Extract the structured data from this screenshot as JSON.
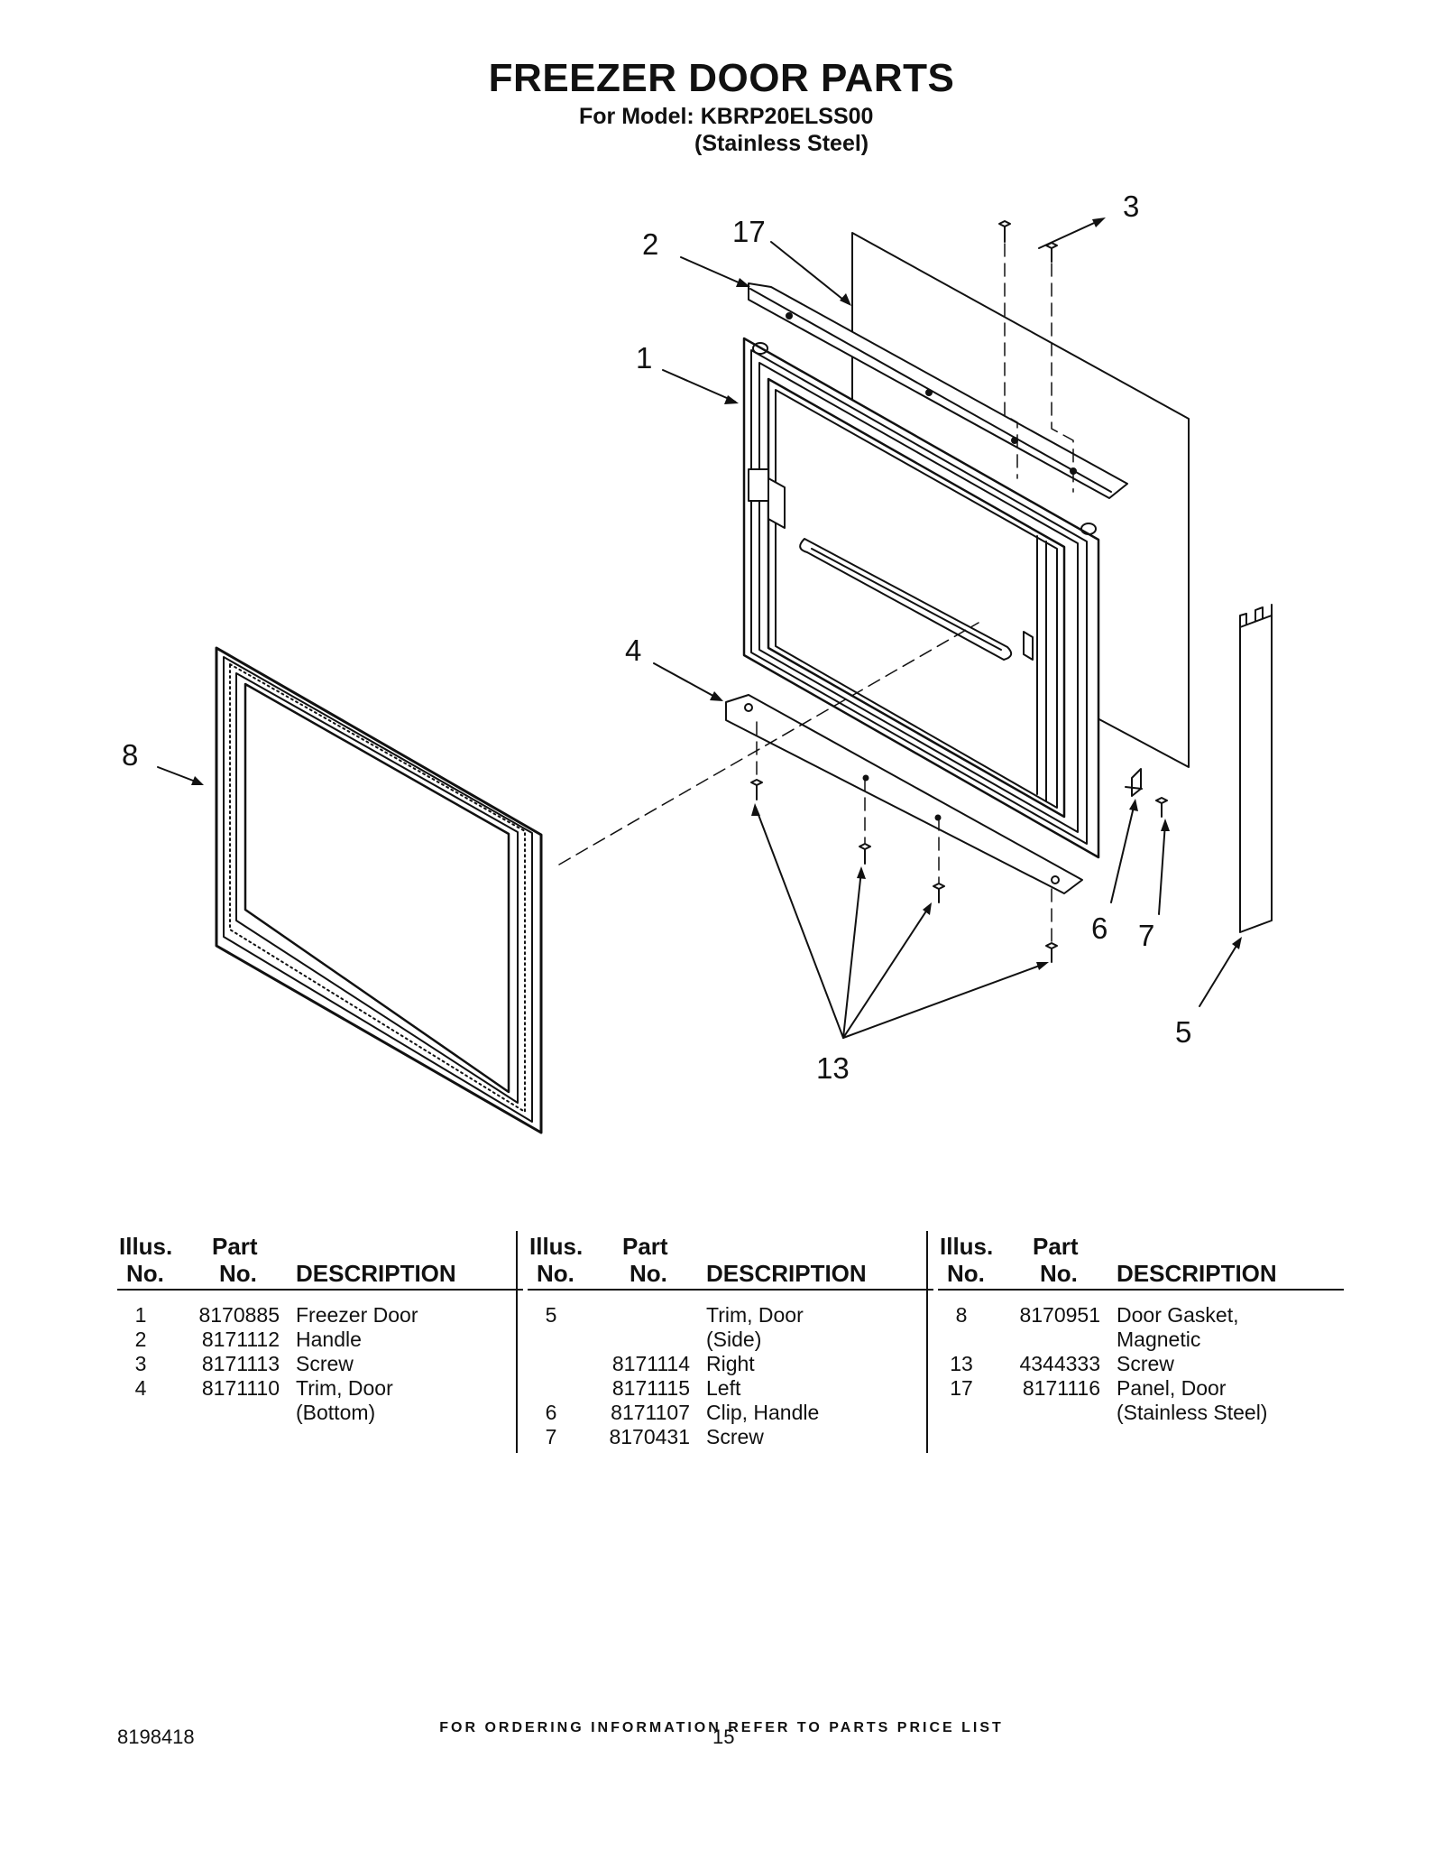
{
  "header": {
    "title": "FREEZER DOOR PARTS",
    "model_line": "For Model: KBRP20ELSS00",
    "finish_line": "(Stainless Steel)"
  },
  "diagram": {
    "callouts": [
      "1",
      "2",
      "3",
      "4",
      "5",
      "6",
      "7",
      "8",
      "13",
      "17"
    ]
  },
  "table": {
    "headers": {
      "illus_1": "Illus.",
      "illus_2": "No.",
      "part_1": "Part",
      "part_2": "No.",
      "description": "DESCRIPTION"
    },
    "columns": [
      {
        "rows": [
          {
            "illus": "1",
            "part": "8170885",
            "desc": "Freezer Door"
          },
          {
            "illus": "2",
            "part": "8171112",
            "desc": "Handle"
          },
          {
            "illus": "3",
            "part": "8171113",
            "desc": "Screw"
          },
          {
            "illus": "4",
            "part": "8171110",
            "desc": "Trim, Door"
          },
          {
            "illus": "",
            "part": "",
            "desc": "(Bottom)"
          }
        ]
      },
      {
        "rows": [
          {
            "illus": "5",
            "part": "",
            "desc": "Trim, Door"
          },
          {
            "illus": "",
            "part": "",
            "desc": "(Side)"
          },
          {
            "illus": "",
            "part": "8171114",
            "desc": "Right"
          },
          {
            "illus": "",
            "part": "8171115",
            "desc": "Left"
          },
          {
            "illus": "6",
            "part": "8171107",
            "desc": "Clip, Handle"
          },
          {
            "illus": "7",
            "part": "8170431",
            "desc": "Screw"
          }
        ]
      },
      {
        "rows": [
          {
            "illus": "8",
            "part": "8170951",
            "desc": "Door Gasket,"
          },
          {
            "illus": "",
            "part": "",
            "desc": "Magnetic"
          },
          {
            "illus": "13",
            "part": "4344333",
            "desc": "Screw"
          },
          {
            "illus": "17",
            "part": "8171116",
            "desc": "Panel, Door"
          },
          {
            "illus": "",
            "part": "",
            "desc": "(Stainless Steel)"
          }
        ]
      }
    ]
  },
  "footer": {
    "ordering_note": "FOR ORDERING INFORMATION REFER TO PARTS PRICE LIST",
    "doc_number": "8198418",
    "page_number": "15"
  }
}
